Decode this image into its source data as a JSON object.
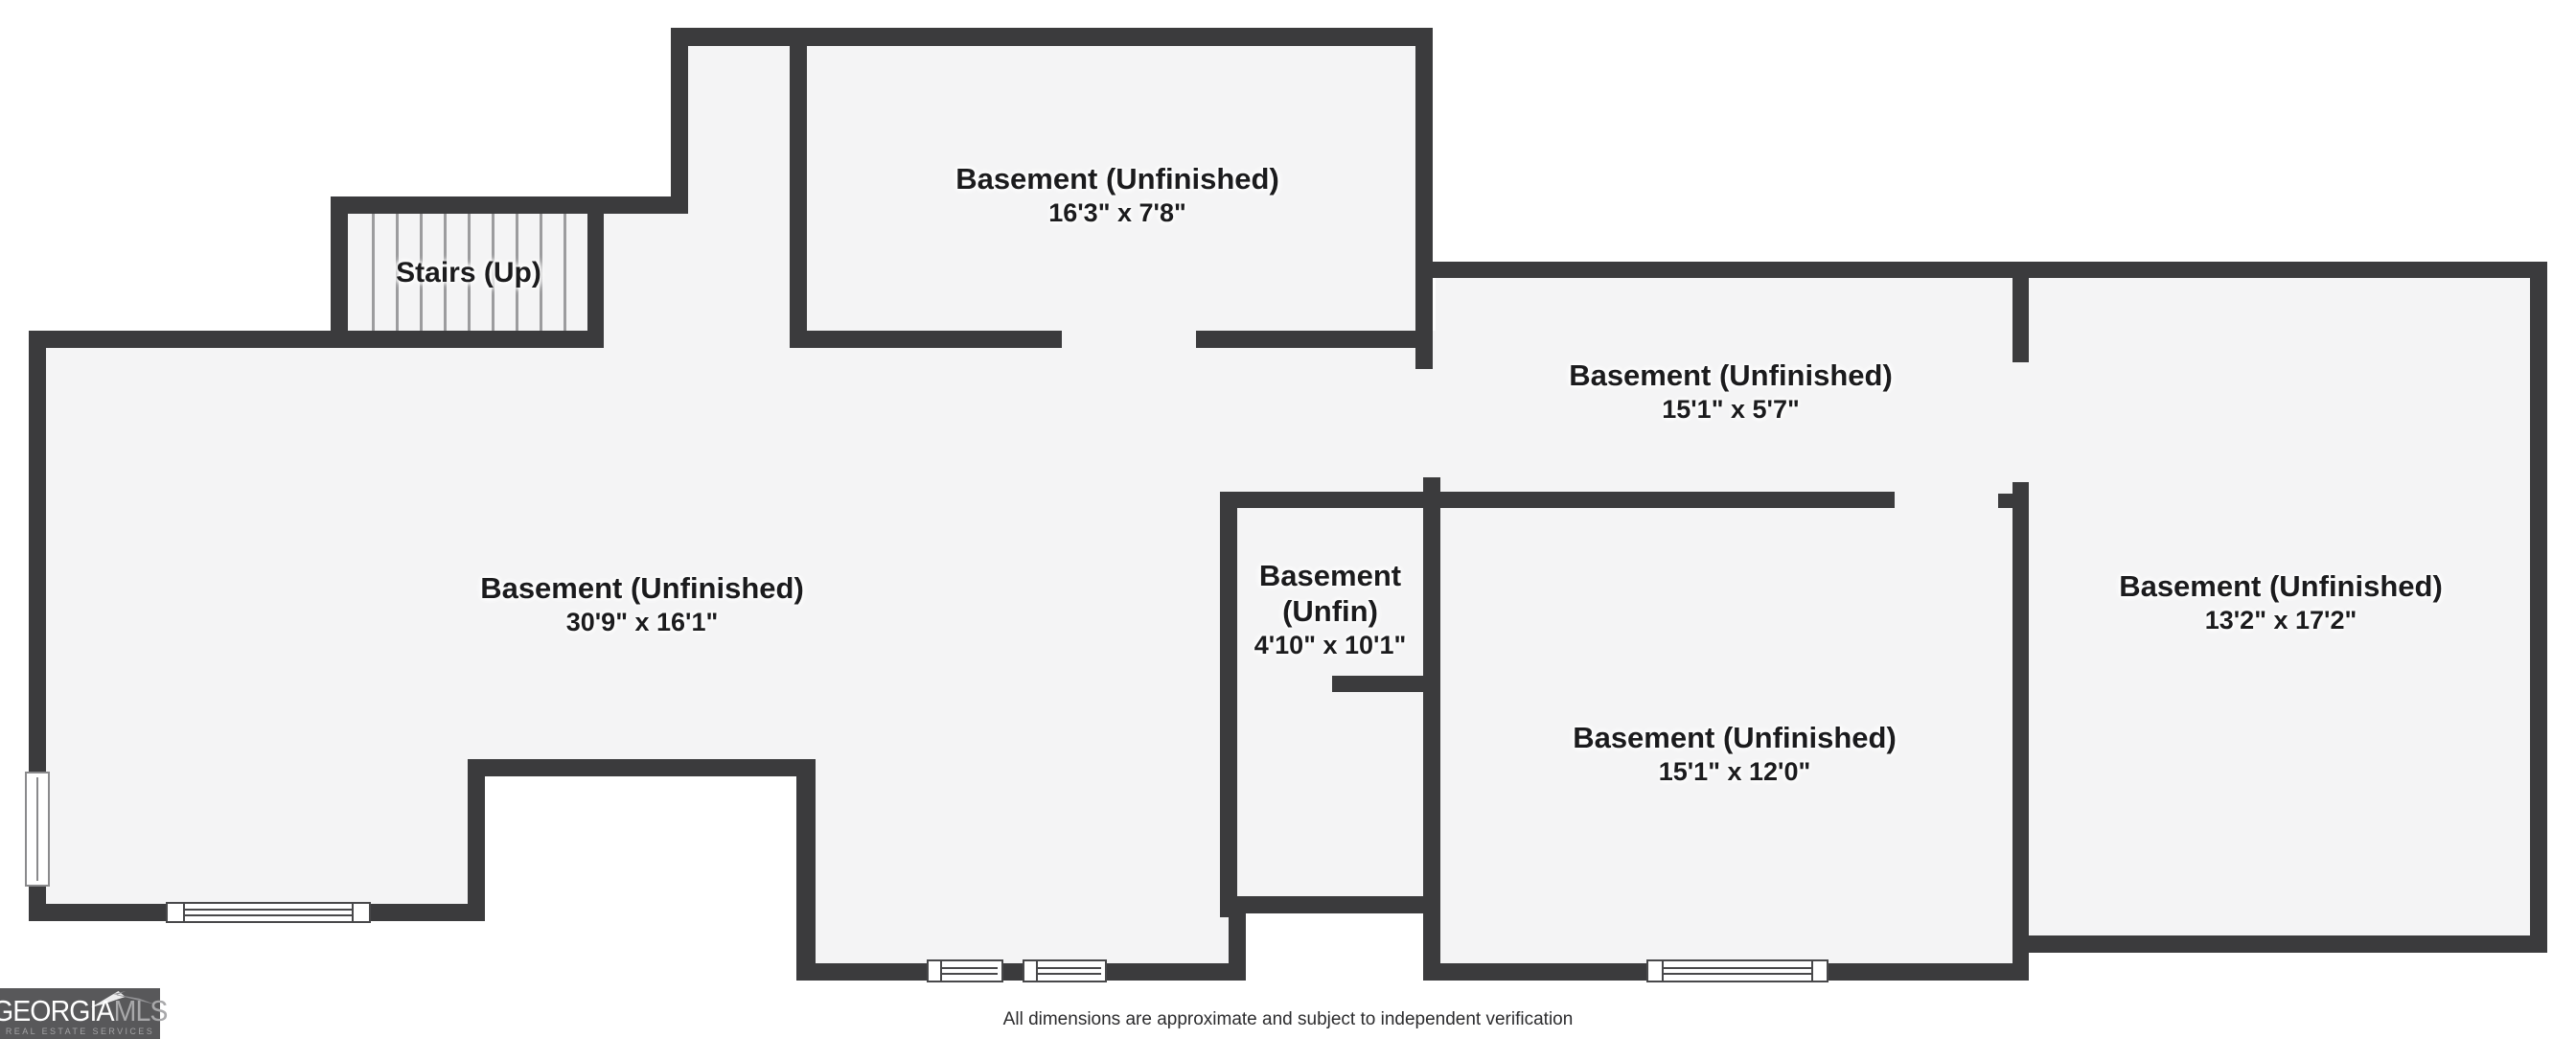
{
  "rooms": {
    "top": {
      "name": "Basement (Unfinished)",
      "dims": "16'3\" x 7'8\""
    },
    "big_left": {
      "name": "Basement (Unfinished)",
      "dims": "30'9\" x 16'1\""
    },
    "mid_upper": {
      "name": "Basement (Unfinished)",
      "dims": "15'1\" x 5'7\""
    },
    "small_mid": {
      "name_line1": "Basement",
      "name_line2": "(Unfin)",
      "dims": "4'10\" x 10'1\""
    },
    "mid_lower": {
      "name": "Basement (Unfinished)",
      "dims": "15'1\" x 12'0\""
    },
    "right": {
      "name": "Basement (Unfinished)",
      "dims": "13'2\" x 17'2\""
    },
    "stairs": {
      "name": "Stairs (Up)"
    }
  },
  "footer": {
    "disclaimer": "All dimensions are approximate and subject to independent verification"
  },
  "logo": {
    "name_part1": "GEORGIA",
    "name_part2": "MLS",
    "tagline": "REAL ESTATE SERVICES"
  },
  "colors": {
    "wall": "#3b3b3d",
    "floor": "#f4f4f5",
    "outside": "#ffffff",
    "logo_box": "#58585a"
  }
}
